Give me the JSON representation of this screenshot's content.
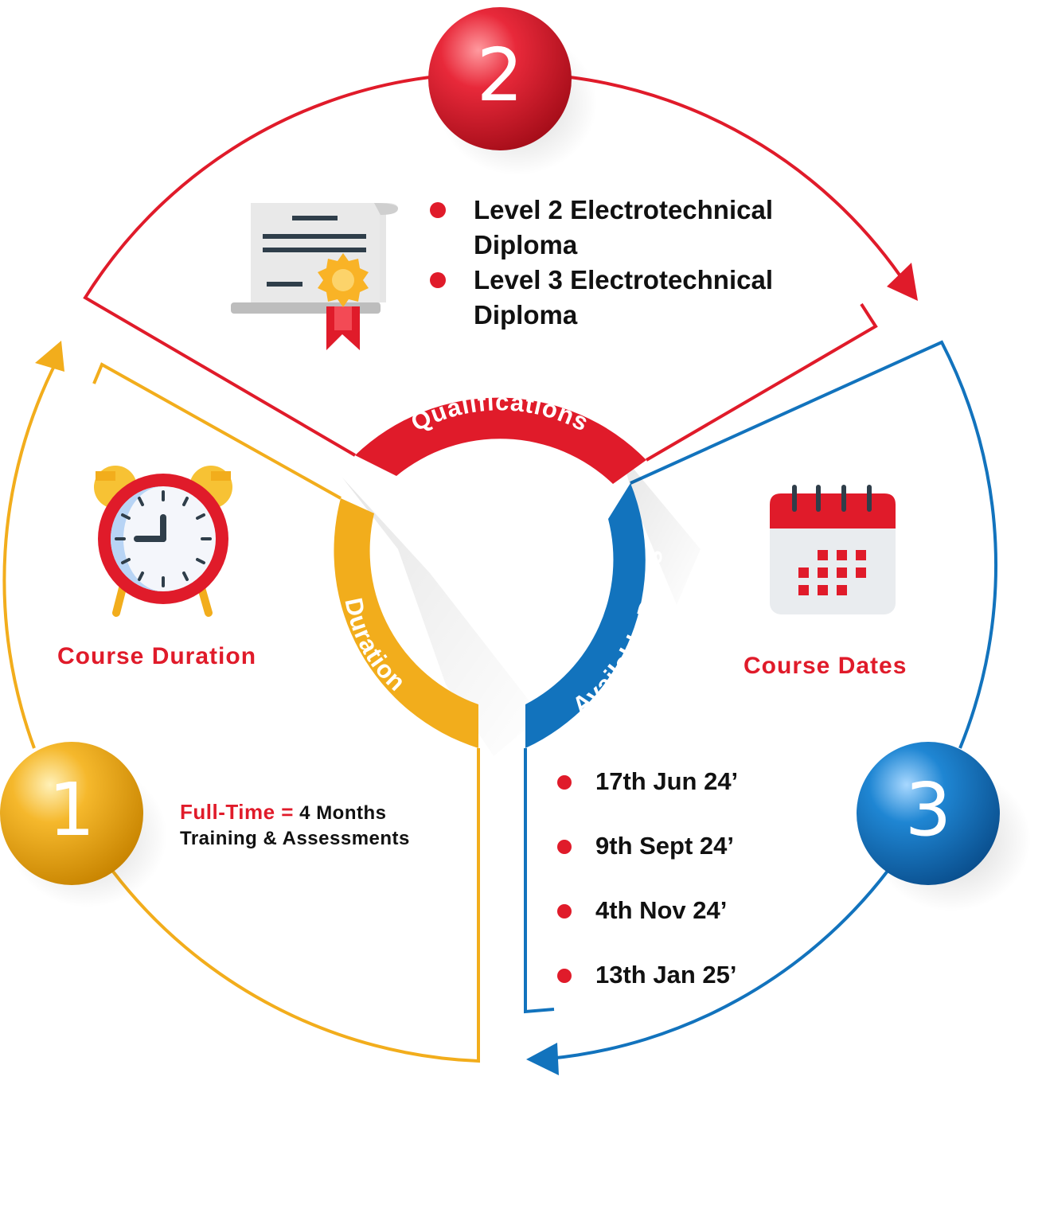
{
  "steps": [
    {
      "number": "1",
      "color": "#f2ad1c"
    },
    {
      "number": "2",
      "color": "#e01b2a"
    },
    {
      "number": "3",
      "color": "#1273bd"
    }
  ],
  "ring_labels": {
    "qualifications": "Qualifications",
    "duration": "Duration",
    "available_dates": "Available Dates"
  },
  "qualifications": {
    "icon": "certificate-icon",
    "items": [
      {
        "line1": "Level 2 Electrotechnical",
        "line2": "Diploma"
      },
      {
        "line1": "Level 3 Electrotechnical",
        "line2": "Diploma"
      }
    ]
  },
  "duration": {
    "icon": "alarm-clock-icon",
    "heading": "Course Duration",
    "fulltime_label": "Full-Time =",
    "fulltime_value": "4 Months",
    "detail": "Training & Assessments"
  },
  "dates": {
    "icon": "calendar-icon",
    "heading": "Course Dates",
    "items": [
      "17th Jun 24’",
      "9th Sept 24’",
      "4th Nov 24’",
      "13th Jan 25’"
    ]
  },
  "colors": {
    "red": "#e01b2a",
    "yellow": "#f2ad1c",
    "blue": "#1273bd"
  }
}
